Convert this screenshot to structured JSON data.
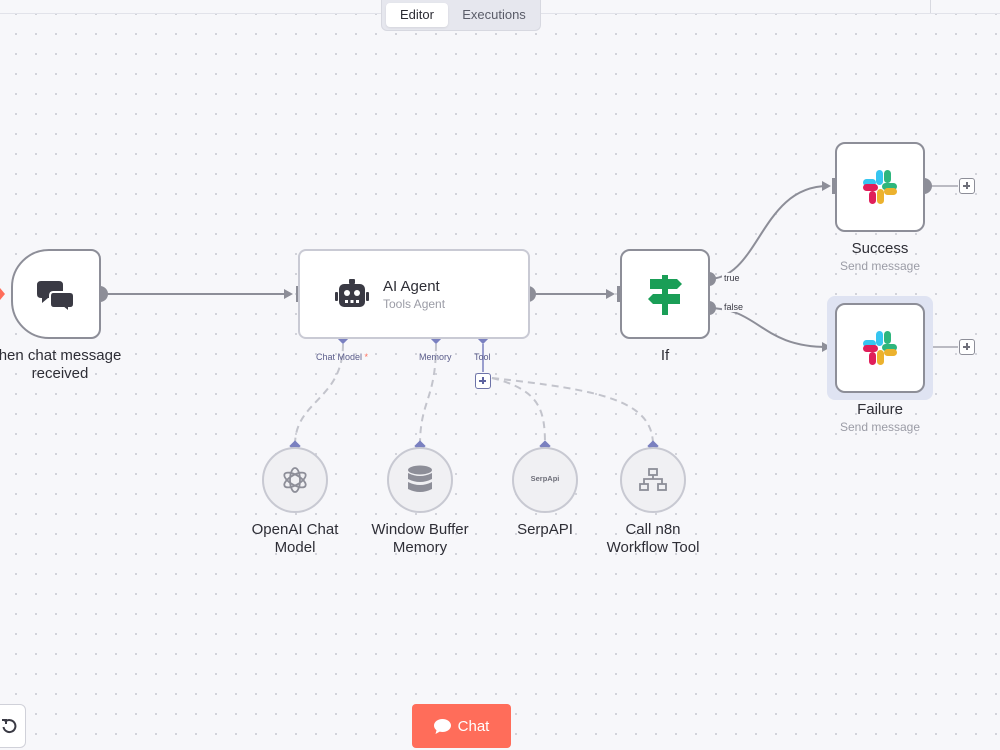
{
  "header": {
    "tabs": [
      {
        "label": "Editor",
        "active": true
      },
      {
        "label": "Executions",
        "active": false
      }
    ]
  },
  "nodes": {
    "trigger": {
      "label_line1": "hen chat message",
      "label_line2": "received",
      "icon": "chat-bubbles-icon"
    },
    "agent": {
      "title": "AI Agent",
      "subtitle": "Tools Agent",
      "icon": "robot-icon"
    },
    "if": {
      "label": "If",
      "icon": "signpost-icon",
      "branch_true": "true",
      "branch_false": "false"
    },
    "success": {
      "label": "Success",
      "subtitle": "Send message",
      "icon": "slack-icon"
    },
    "failure": {
      "label": "Failure",
      "subtitle": "Send message",
      "icon": "slack-icon"
    }
  },
  "ports": {
    "chat_model": "Chat Model",
    "required_mark": "*",
    "memory": "Memory",
    "tool": "Tool"
  },
  "subnodes": [
    {
      "line1": "OpenAI Chat",
      "line2": "Model",
      "icon": "openai-icon"
    },
    {
      "line1": "Window Buffer",
      "line2": "Memory",
      "icon": "database-icon"
    },
    {
      "line1": "SerpAPI",
      "line2": "",
      "icon_text": "SerpApi"
    },
    {
      "line1": "Call n8n",
      "line2": "Workflow Tool",
      "icon": "sitemap-icon"
    }
  ],
  "footer": {
    "chat_button": "Chat"
  },
  "colors": {
    "accent": "#ff6d5a",
    "port": "#7a80c0",
    "wire": "#8d8e98"
  }
}
